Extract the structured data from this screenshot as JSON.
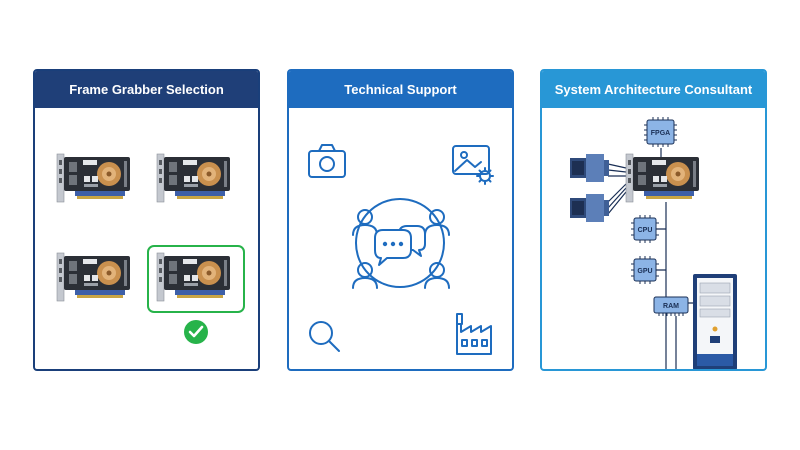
{
  "cards": {
    "frame_grabber": {
      "title": "Frame Grabber Selection"
    },
    "support": {
      "title": "Technical Support"
    },
    "architecture": {
      "title": "System Architecture Consultant",
      "chips": {
        "fpga": "FPGA",
        "cpu": "CPU",
        "gpu": "GPU",
        "ram": "RAM"
      }
    }
  },
  "colors": {
    "navy": "#1f3f78",
    "blue": "#1e6cbf",
    "light_blue": "#2897d6",
    "green_check": "#27b34a",
    "pcb": "#2b2f36",
    "gold": "#c9904e"
  }
}
